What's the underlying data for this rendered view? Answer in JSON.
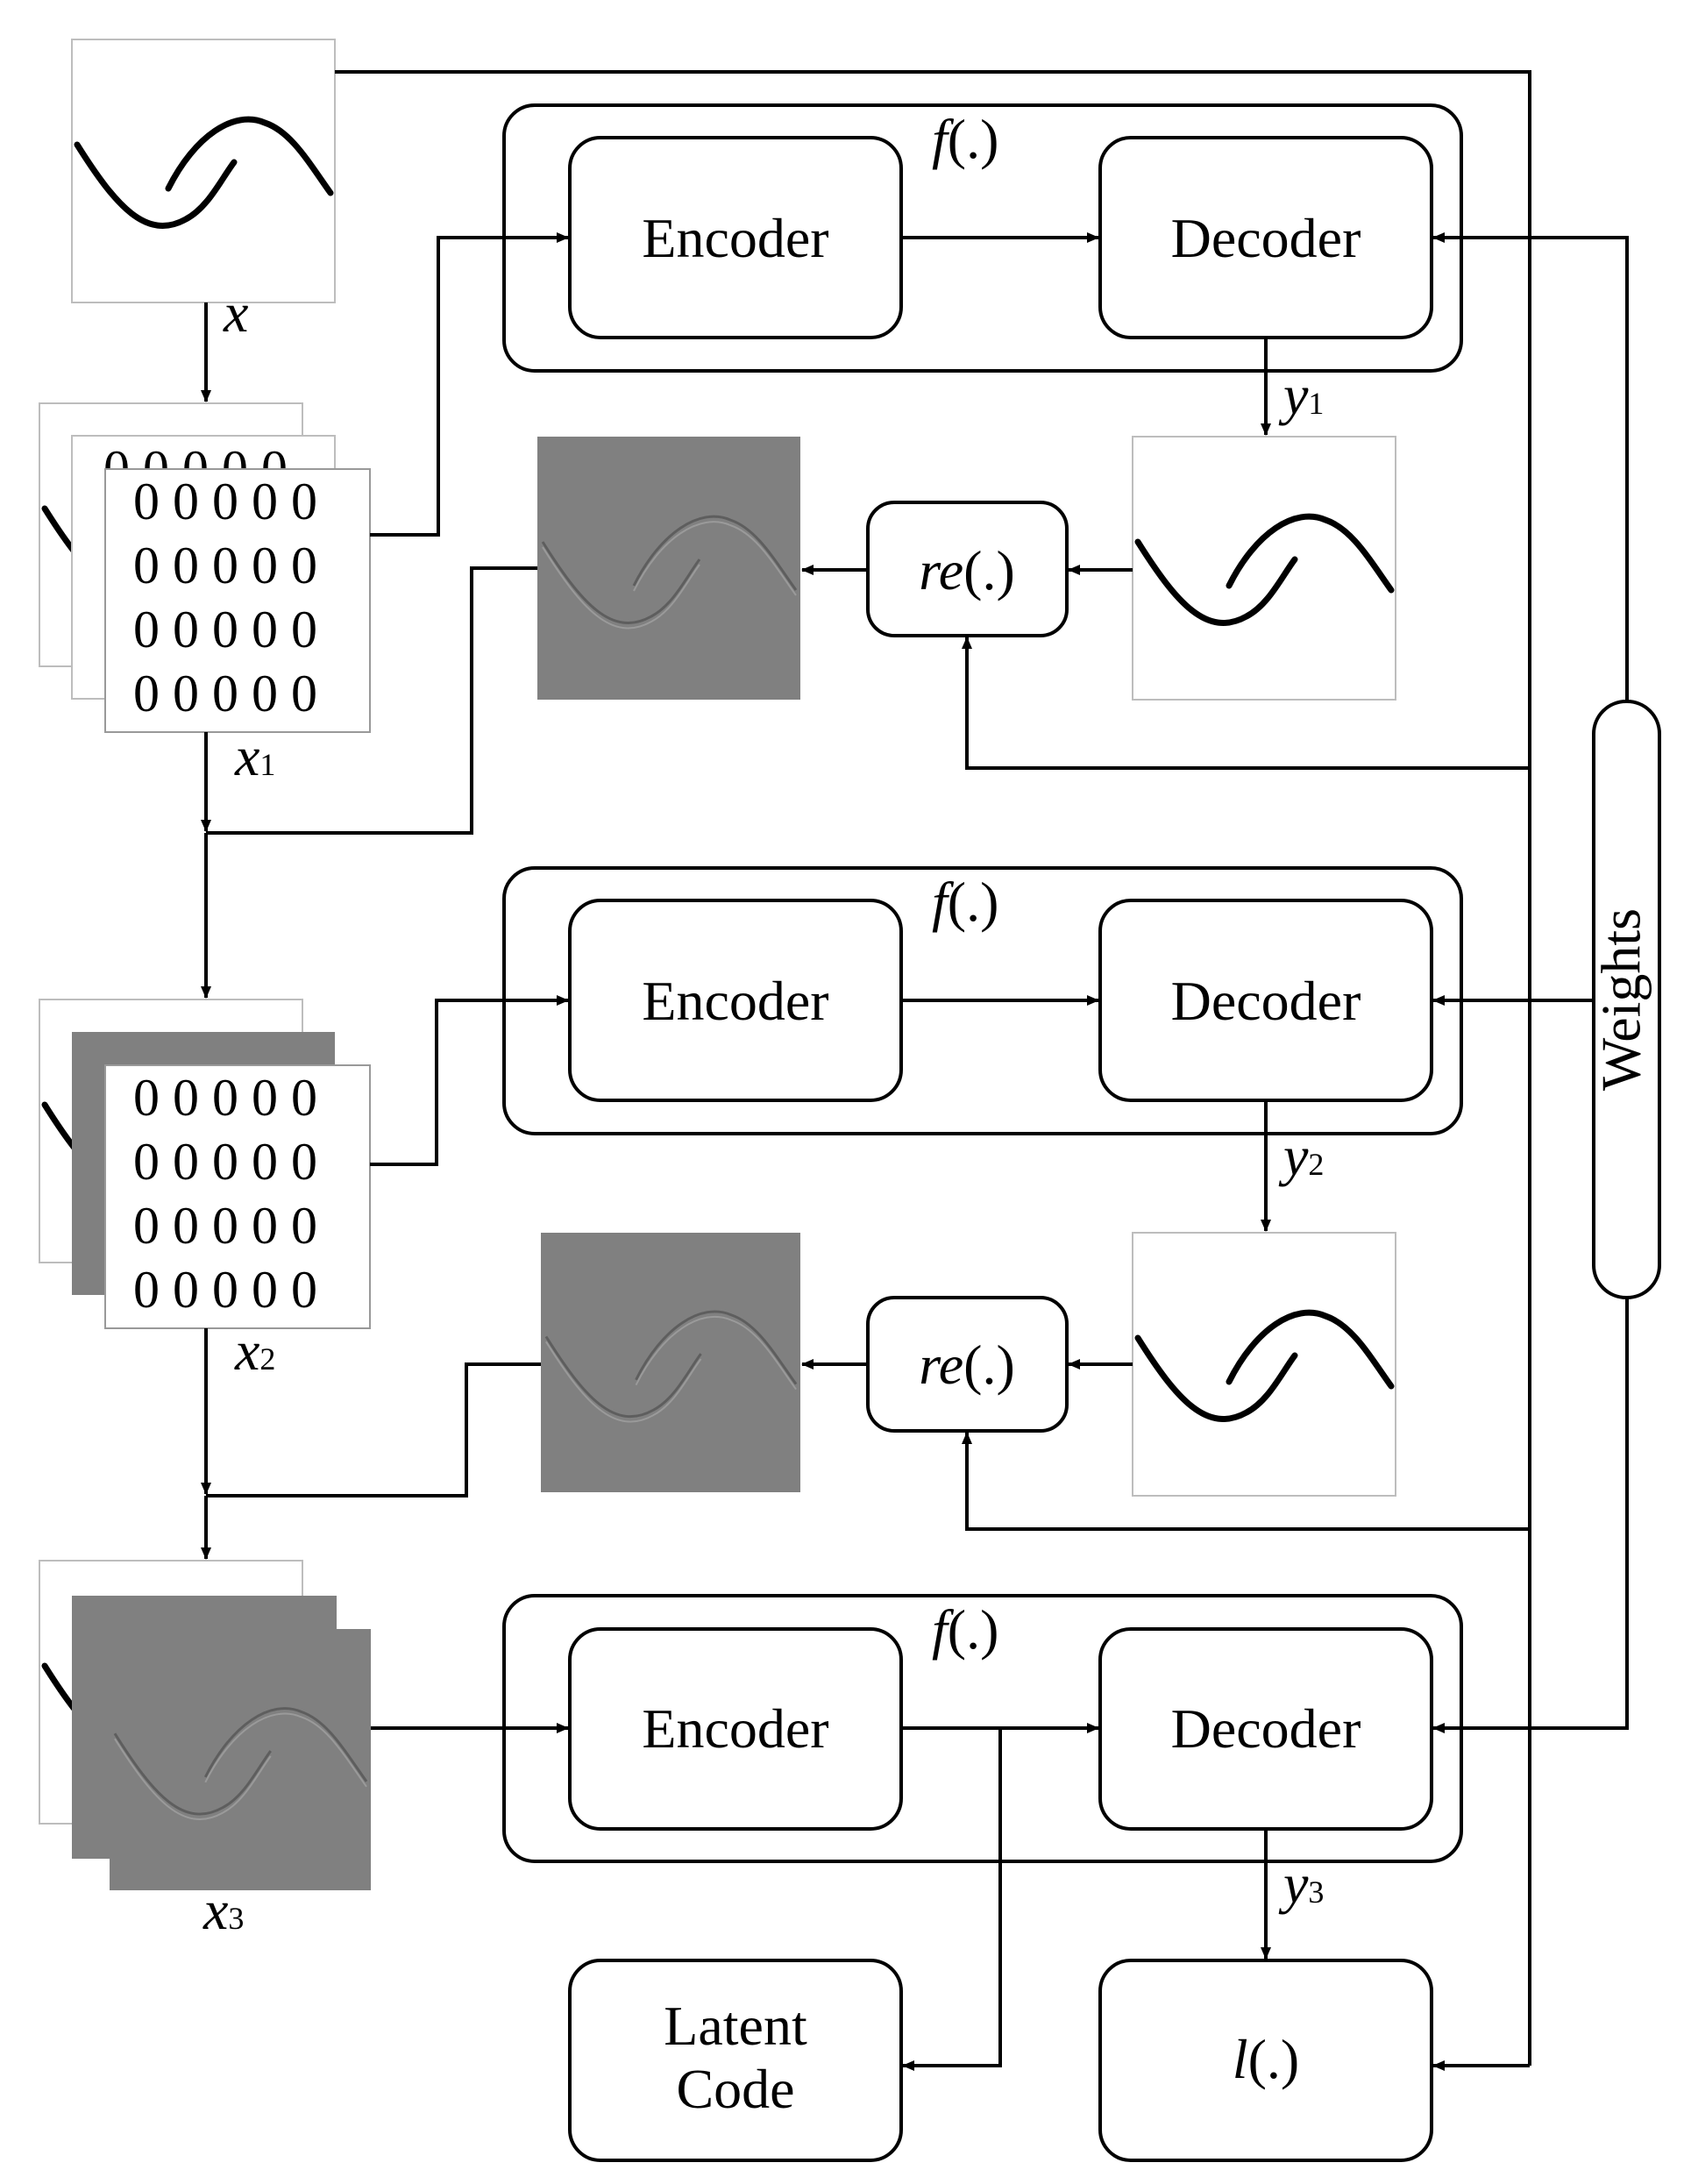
{
  "labels": {
    "f": "f",
    "paren": "(.)",
    "encoder": "Encoder",
    "decoder": "Decoder",
    "re": "re",
    "l": "l",
    "weights": "Weights",
    "latent_code_line1": "Latent",
    "latent_code_line2": "Code",
    "x": "x",
    "x1_base": "x",
    "x1_sub": "1",
    "x2_base": "x",
    "x2_sub": "2",
    "x3_base": "x",
    "x3_sub": "3",
    "y1_base": "y",
    "y1_sub": "1",
    "y2_base": "y",
    "y2_sub": "2",
    "y3_base": "y",
    "y3_sub": "3"
  },
  "mask_rows": [
    "0 0 0 0 0",
    "0 0 0 0 0",
    "0 0 0 0 0",
    "0 0 0 0 0"
  ]
}
